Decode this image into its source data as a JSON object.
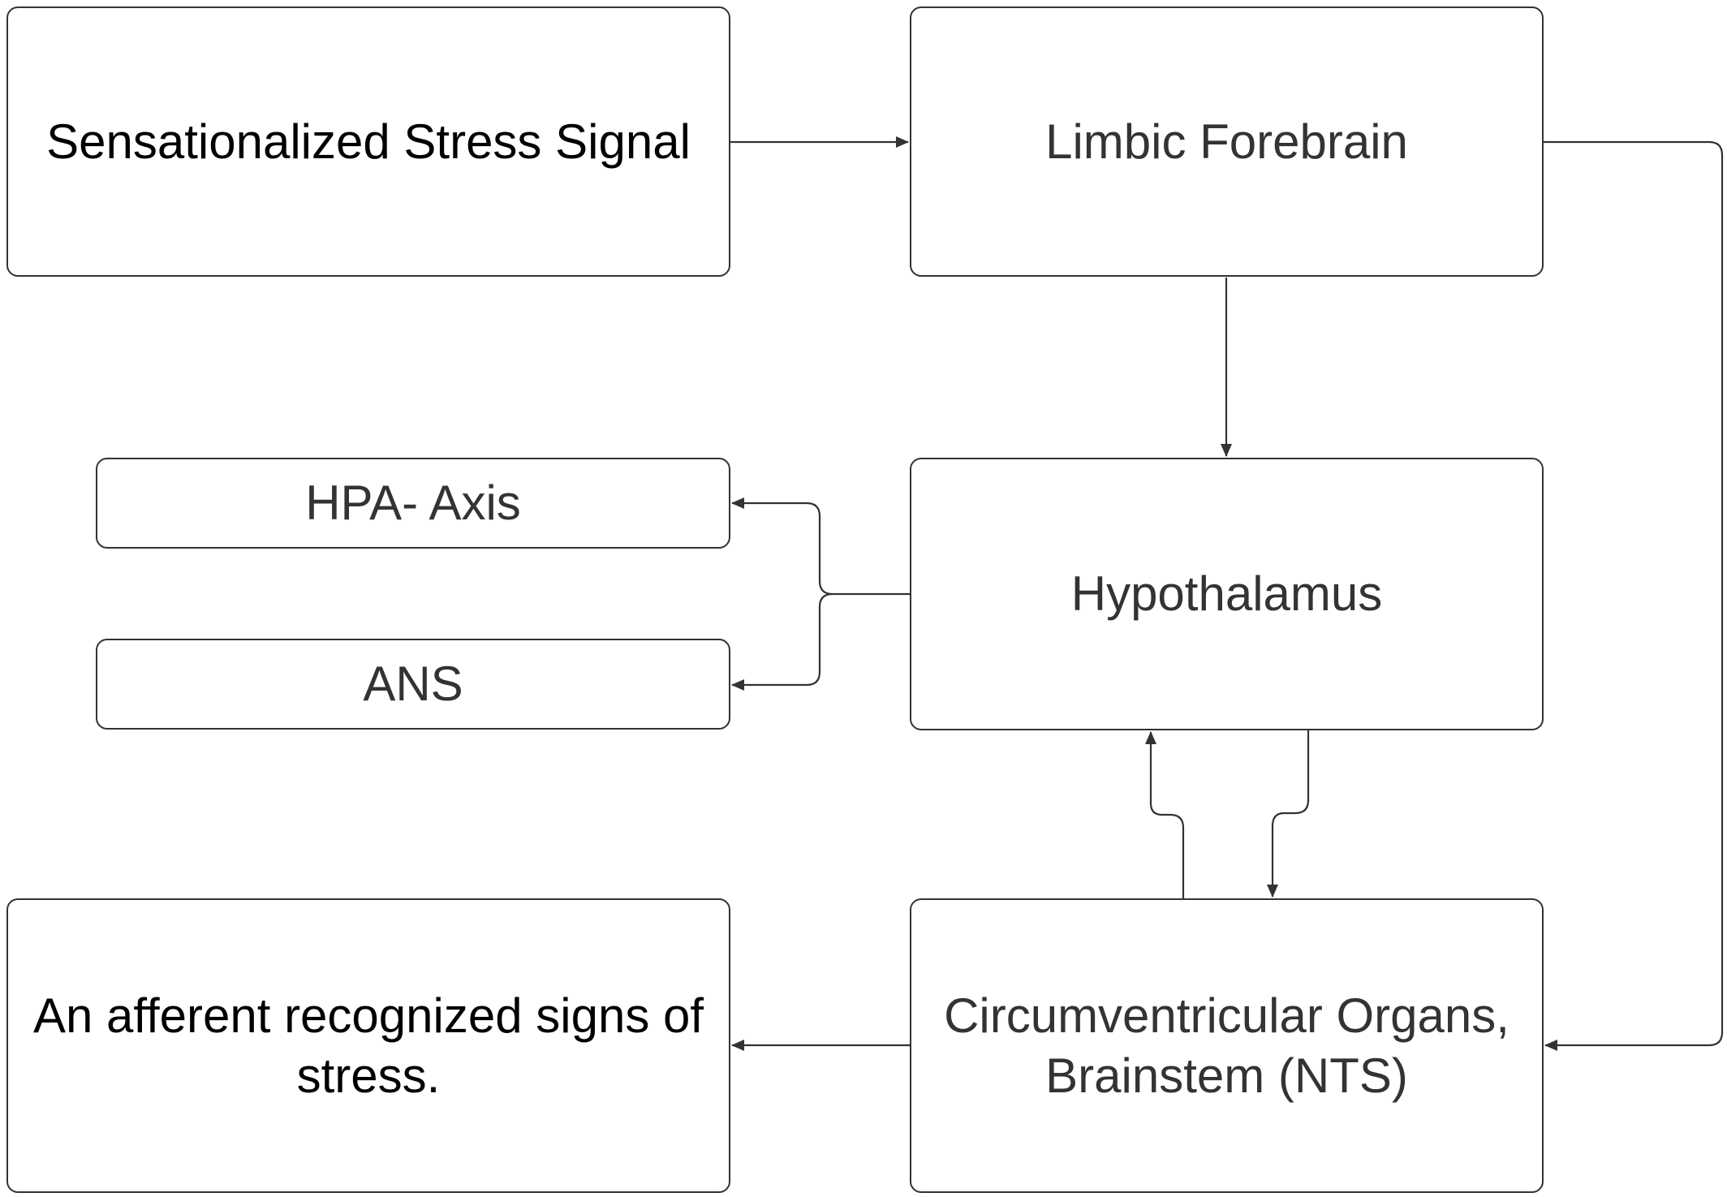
{
  "diagram": {
    "nodes": {
      "stress_signal": "Sensationalized Stress Signal",
      "limbic_forebrain": "Limbic Forebrain",
      "hpa_axis": "HPA- Axis",
      "hypothalamus": "Hypothalamus",
      "ans": "ANS",
      "afferent_signs": "An afferent recognized signs of stress.",
      "cvo_brainstem": "Circumventricular Organs, Brainstem (NTS)"
    },
    "edges": [
      {
        "from": "Sensationalized Stress Signal",
        "to": "Limbic Forebrain"
      },
      {
        "from": "Limbic Forebrain",
        "to": "Hypothalamus"
      },
      {
        "from": "Limbic Forebrain",
        "to": "Circumventricular Organs, Brainstem (NTS)"
      },
      {
        "from": "Hypothalamus",
        "to": "HPA- Axis"
      },
      {
        "from": "Hypothalamus",
        "to": "ANS"
      },
      {
        "from": "Hypothalamus",
        "to": "Circumventricular Organs, Brainstem (NTS)"
      },
      {
        "from": "Circumventricular Organs, Brainstem (NTS)",
        "to": "Hypothalamus"
      },
      {
        "from": "Circumventricular Organs, Brainstem (NTS)",
        "to": "An afferent recognized signs of stress."
      }
    ],
    "colors": {
      "stroke": "#333333",
      "text": "#333333",
      "text_emphasis": "#000000",
      "background": "#ffffff"
    }
  }
}
